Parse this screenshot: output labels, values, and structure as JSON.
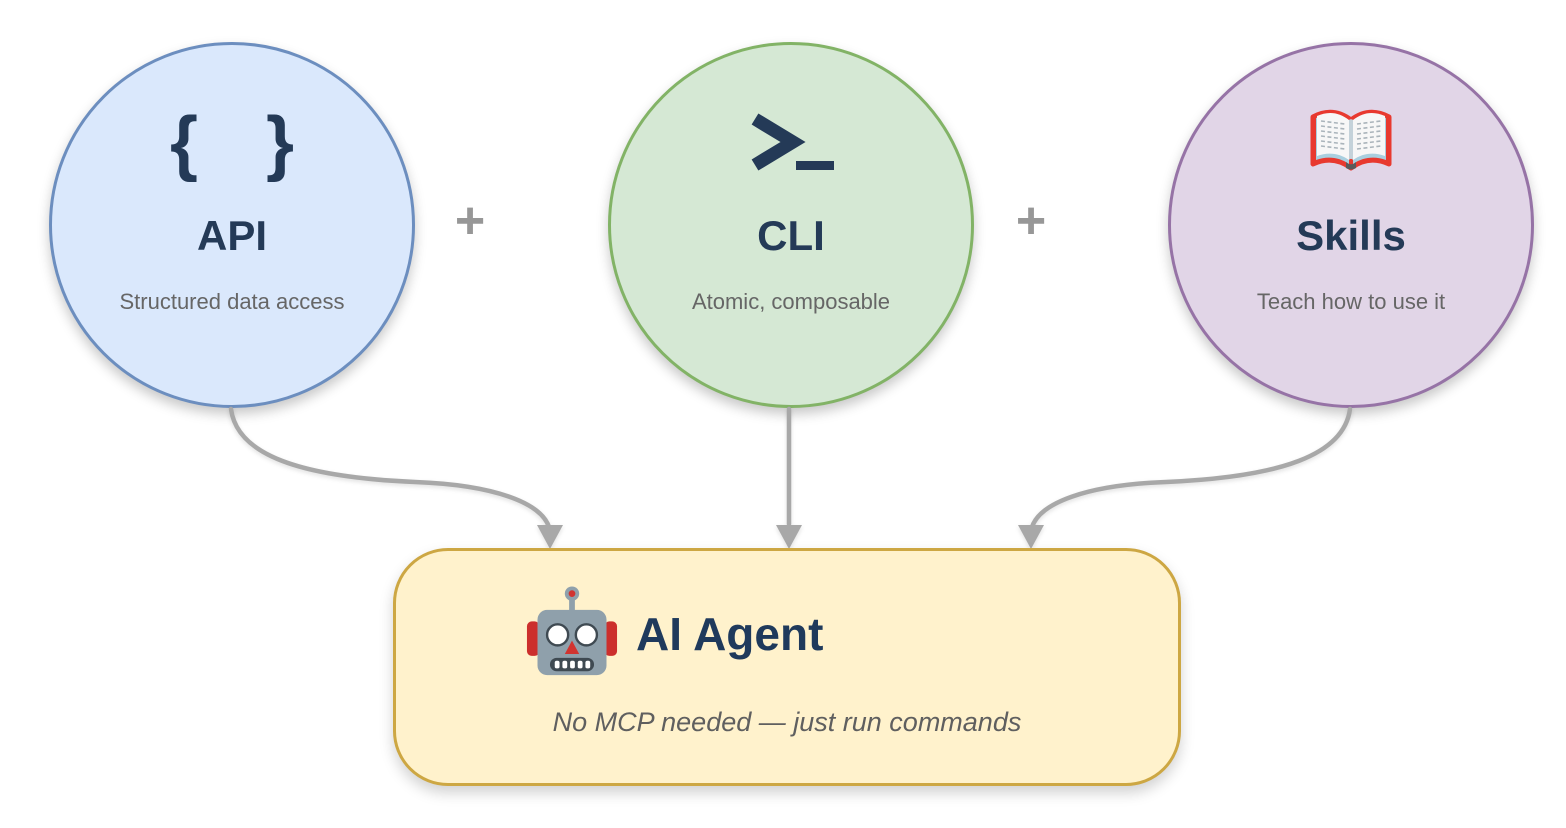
{
  "diagram": {
    "background": "#ffffff",
    "sources": [
      {
        "id": "api",
        "title": "API",
        "subtitle": "Structured data access",
        "icon": "curly-braces-icon",
        "icon_text": "{ }",
        "fill": "#dae8fc",
        "stroke": "#6c8ebf"
      },
      {
        "id": "cli",
        "title": "CLI",
        "subtitle": "Atomic, composable",
        "icon": "terminal-prompt-icon",
        "fill": "#d5e8d4",
        "stroke": "#82b366"
      },
      {
        "id": "skills",
        "title": "Skills",
        "subtitle": "Teach how to use it",
        "icon": "open-book-icon",
        "fill": "#e1d5e7",
        "stroke": "#9673a6"
      }
    ],
    "plus_separator": "+",
    "agent": {
      "title": "AI Agent",
      "subtitle": "No MCP needed — just run commands",
      "icon": "robot-icon",
      "fill": "#fff2cc",
      "stroke": "#cda743"
    },
    "colors": {
      "title_text": "#243a57",
      "subtitle_text": "#666666",
      "plus_sign": "#979797",
      "arrow": "#a8a8a8"
    }
  }
}
